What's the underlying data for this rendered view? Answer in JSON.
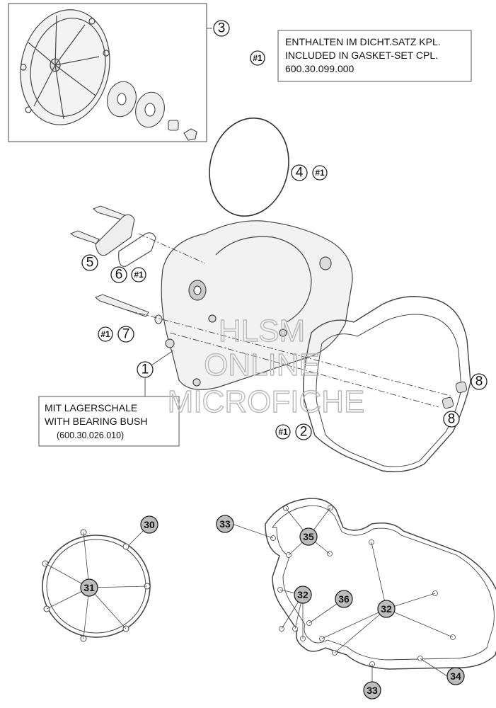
{
  "callouts": {
    "c1": "1",
    "c2": "2",
    "c3": "3",
    "c4": "4",
    "c5": "5",
    "c6": "6",
    "c7": "7",
    "c8a": "8",
    "c8b": "8",
    "c30": "30",
    "c31": "31",
    "c32a": "32",
    "c32b": "32",
    "c33a": "33",
    "c33b": "33",
    "c34": "34",
    "c35": "35",
    "c36": "36"
  },
  "gasket_tags": {
    "t4": "#1",
    "t6": "#1",
    "t7": "#1",
    "t2": "#1",
    "tnote": "#1"
  },
  "notes": {
    "gasket_set": {
      "line1": "ENTHALTEN IM DICHT.SATZ KPL.",
      "line2": "INCLUDED IN GASKET-SET CPL.",
      "line3": "600.30.099.000"
    },
    "bearing_bush": {
      "line1": "MIT LAGERSCHALE",
      "line2": "WITH BEARING BUSH",
      "line3": "(600.30.026.010)"
    }
  },
  "watermark": {
    "line1": "HLSM",
    "line2": "ONLINE",
    "line3": "MICROFICHE"
  }
}
